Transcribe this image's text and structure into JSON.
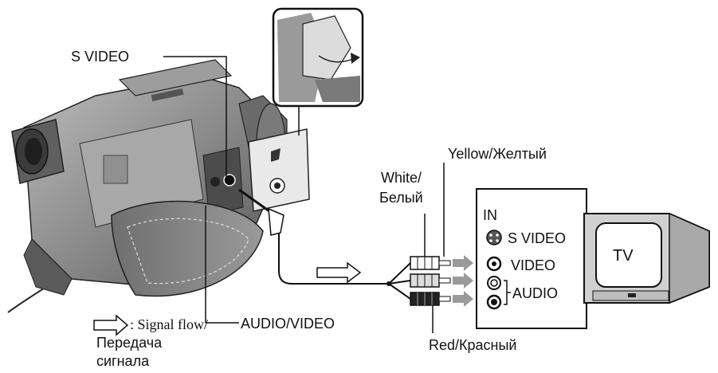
{
  "labels": {
    "s_video": "S VIDEO",
    "yellow": "Yellow/Желтый",
    "white_1": "White/",
    "white_2": "Белый",
    "in": "IN",
    "in_s_video": "S VIDEO",
    "in_video": "VIDEO",
    "in_audio": "AUDIO",
    "tv": "TV",
    "audio_video": "AUDIO/VIDEO",
    "red": "Red/Красный",
    "legend_1": ": Signal flow/",
    "legend_2": "Передача",
    "legend_3": "сигнала"
  },
  "colors": {
    "ink": "#111111",
    "camera_body": "#8a8a8a",
    "camera_dark": "#4a4a4a",
    "arrow_gray": "#9a9a9a"
  },
  "icons": [
    "camcorder-illustration",
    "tv-illustration",
    "signal-flow-arrow-icon",
    "cable-plug-icon"
  ]
}
